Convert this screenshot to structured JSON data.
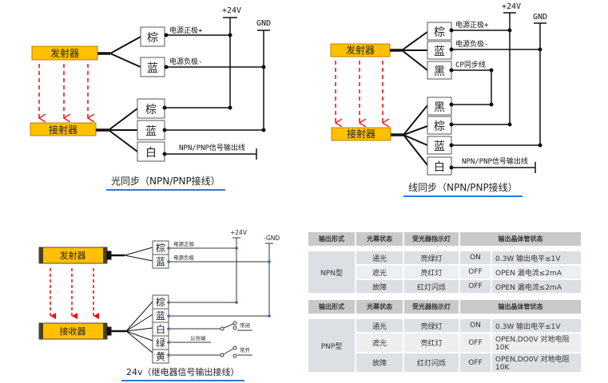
{
  "diagram1": {
    "caption": "光同步（NPN/PNP接线）",
    "emitter": "发射器",
    "receiver": "接射器",
    "emitter_wires": [
      {
        "color": "棕",
        "label": "电源正极+"
      },
      {
        "color": "蓝",
        "label": "电源负极-"
      }
    ],
    "receiver_wires": [
      {
        "color": "棕",
        "label": ""
      },
      {
        "color": "蓝",
        "label": ""
      },
      {
        "color": "白",
        "label": "NPN/PNP信号输出线"
      }
    ],
    "rail_pos": "+24V",
    "rail_gnd": "GND"
  },
  "diagram2": {
    "caption": "线同步（NPN/PNP接线）",
    "emitter": "发射器",
    "receiver": "接射器",
    "emitter_wires": [
      {
        "color": "棕",
        "label": "电源正极+"
      },
      {
        "color": "蓝",
        "label": "电源负极-"
      },
      {
        "color": "黑",
        "label": "CP同步线"
      }
    ],
    "receiver_wires": [
      {
        "color": "黑",
        "label": ""
      },
      {
        "color": "棕",
        "label": ""
      },
      {
        "color": "蓝",
        "label": ""
      },
      {
        "color": "白",
        "label": "NPN/PNP信号输出线"
      }
    ],
    "rail_pos": "+24V",
    "rail_gnd": "GND"
  },
  "diagram3": {
    "caption": "24v（继电器信号输出接线）",
    "emitter": "发射器",
    "receiver": "接收器",
    "emitter_wires": [
      {
        "color": "棕",
        "label": "电源正极"
      },
      {
        "color": "蓝",
        "label": "电源负极"
      }
    ],
    "receiver_wires": [
      {
        "color": "棕",
        "label": ""
      },
      {
        "color": "蓝",
        "label": ""
      },
      {
        "color": "白",
        "label": "常闭"
      },
      {
        "color": "绿",
        "label": "公共端"
      },
      {
        "color": "黄",
        "label": "常开"
      }
    ],
    "rail_pos": "+24V",
    "rail_gnd": "-GND"
  },
  "tables": [
    {
      "headers": [
        "输出形式",
        "光幕状态",
        "受光器指示灯",
        "输出晶体管状态"
      ],
      "form": "NPN型",
      "rows": [
        {
          "state": "通光",
          "indicator": "亮绿灯",
          "switch": "ON",
          "detail": "0.3W  输出电平≤1V"
        },
        {
          "state": "遮光",
          "indicator": "亮红灯",
          "switch": "OFF",
          "detail": "OPEN  漏电流≤2mA"
        },
        {
          "state": "故障",
          "indicator": "红灯闪烁",
          "switch": "OFF",
          "detail": "OPEN  漏电流≤2mA"
        }
      ]
    },
    {
      "headers": [
        "输出形式",
        "光幕状态",
        "受光器指示灯",
        "输出晶体管状态"
      ],
      "form": "PNP型",
      "rows": [
        {
          "state": "通光",
          "indicator": "亮绿灯",
          "switch": "ON",
          "detail": "0.3W  输出电平≤1V"
        },
        {
          "state": "遮光",
          "indicator": "亮红灯",
          "switch": "OFF",
          "detail": "OPEN,DO0V 对地电阻10K"
        },
        {
          "state": "故障",
          "indicator": "红灯闪烁",
          "switch": "OFF",
          "detail": "OPEN,DO0V 对地电阻10K"
        }
      ]
    }
  ],
  "colors": {
    "sensor_fill": "#ffc000",
    "sensor_border": "#c08000",
    "beam": "#ff0000",
    "junction_blue": "#2e6bb5",
    "caption_underline": "#2a7ad8"
  }
}
